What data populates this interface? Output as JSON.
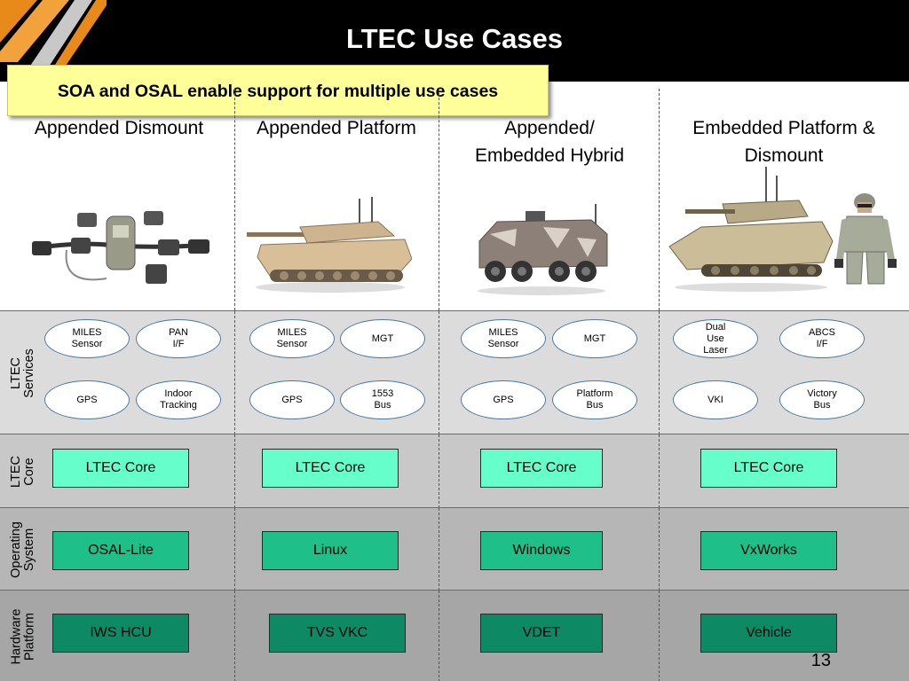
{
  "title": "LTEC Use Cases",
  "callout": "SOA and OSAL enable support for multiple use cases",
  "columns": [
    {
      "heading": "Appended Dismount"
    },
    {
      "heading": "Appended Platform"
    },
    {
      "heading": "Appended/\nEmbedded Hybrid"
    },
    {
      "heading": "Embedded Platform &\nDismount"
    }
  ],
  "bands": {
    "services": {
      "label": "LTEC\nServices",
      "columns": [
        [
          "MILES\nSensor",
          "PAN\nI/F",
          "GPS",
          "Indoor\nTracking"
        ],
        [
          "MILES\nSensor",
          "MGT",
          "GPS",
          "1553\nBus"
        ],
        [
          "MILES\nSensor",
          "MGT",
          "GPS",
          "Platform\nBus"
        ],
        [
          "Dual\nUse\nLaser",
          "ABCS\nI/F",
          "VKI",
          "Victory\nBus"
        ]
      ]
    },
    "core": {
      "label": "LTEC\nCore",
      "boxes": [
        "LTEC Core",
        "LTEC Core",
        "LTEC Core",
        "LTEC Core"
      ]
    },
    "os": {
      "label": "Operating\nSystem",
      "boxes": [
        "OSAL-Lite",
        "Linux",
        "Windows",
        "VxWorks"
      ]
    },
    "hw": {
      "label": "Hardware\nPlatform",
      "boxes": [
        "IWS HCU",
        "TVS VKC",
        "VDET",
        "Vehicle"
      ]
    }
  },
  "colors": {
    "header": "#000000",
    "callout": "#ffff99",
    "services_band": "#dcdcdc",
    "core_band": "#c8c8c8",
    "os_band": "#b6b6b6",
    "hw_band": "#a6a6a6",
    "core_box": "#66ffcc",
    "os_box": "#1fbf8a",
    "hw_box": "#0d8a64"
  },
  "page_number": "13"
}
